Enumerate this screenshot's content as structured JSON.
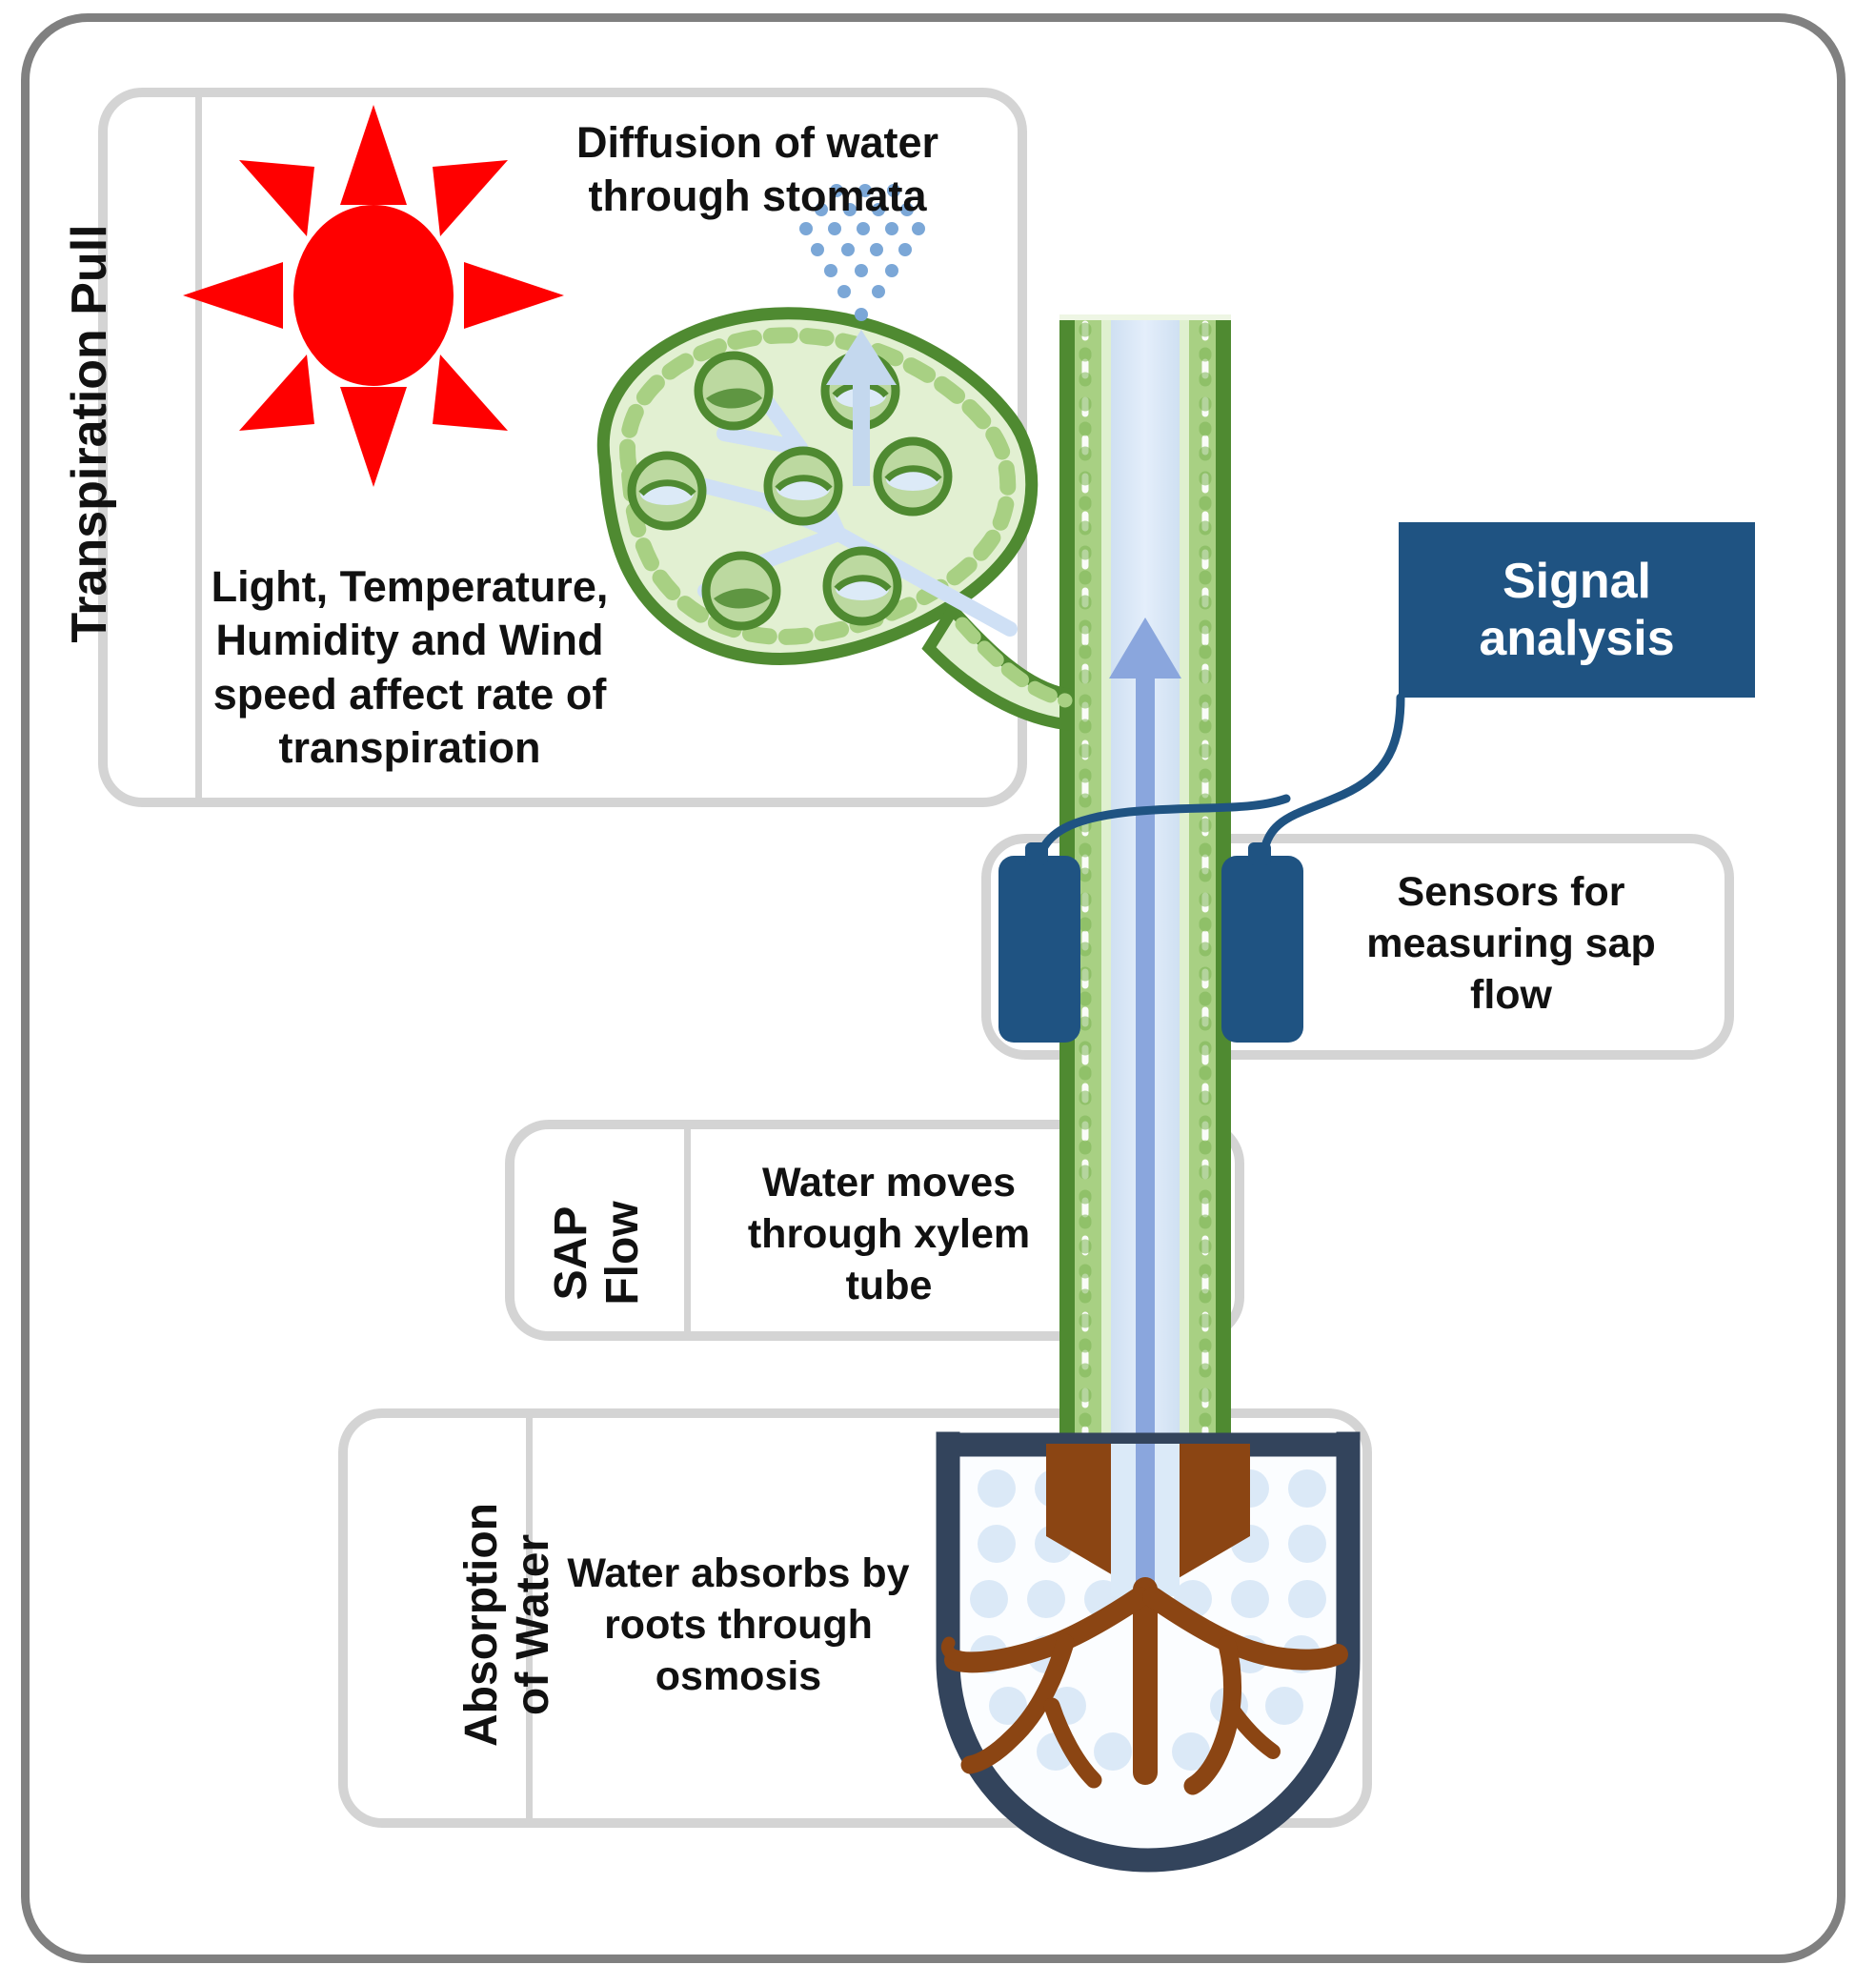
{
  "diagram": {
    "title": "Plant sap flow measurement diagram",
    "stages": [
      {
        "id": "transpiration-pull",
        "side_label": "Transpiration Pull",
        "texts": [
          "Diffusion of water\nthrough stomata",
          "Light, Temperature,\nHumidity and Wind\nspeed affect rate of\ntranspiration"
        ]
      },
      {
        "id": "sap-flow",
        "side_label": "SAP\nFlow",
        "texts": [
          "Water moves\nthrough xylem\ntube"
        ]
      },
      {
        "id": "absorption-of-water",
        "side_label": "Absorption\nof Water",
        "texts": [
          "Water absorbs by\nroots through\nosmosis"
        ]
      }
    ],
    "labels": {
      "transpiration_pull": "Transpiration Pull",
      "diffusion": "Diffusion of water\nthrough stomata",
      "factors": "Light, Temperature,\nHumidity and Wind\nspeed affect rate of\ntranspiration",
      "signal_analysis": "Signal\nanalysis",
      "sensors": "Sensors for\nmeasuring sap\nflow",
      "sap_flow_side": "SAP\nFlow",
      "sap_flow_text": "Water moves\nthrough xylem\ntube",
      "absorption_side": "Absorption\nof Water",
      "absorption_text": "Water absorbs by\nroots through\nosmosis"
    },
    "icons": {
      "sun": "sun-icon",
      "leaf": "leaf-icon",
      "stomata": "stomata-icon",
      "vapor": "water-vapor-droplets-icon",
      "stem": "plant-stem-icon",
      "xylem_arrow": "upward-flow-arrow-icon",
      "sensor_left": "sap-flow-sensor-icon",
      "sensor_right": "sap-flow-sensor-icon",
      "wire": "sensor-wire-icon",
      "pot": "plant-pot-icon",
      "roots": "root-system-icon",
      "soil_water": "soil-water-droplets-icon",
      "transpiration_arrow": "transpiration-arrow-icon"
    },
    "colors": {
      "frame_grey": "#808080",
      "panel_grey": "#d4d4d4",
      "sun_red": "#FF0000",
      "stem_dark_green": "#4f8a31",
      "stem_mid_green": "#8cc06b",
      "stem_pale_green": "#ddeccd",
      "xylem_blue": "#d4e4f5",
      "flow_arrow_blue": "#8aa6dd",
      "vapor_blue": "#7ba7d7",
      "signal_navy": "#1f5382",
      "sensor_navy": "#1f5382",
      "pot_navy": "#33445c",
      "root_brown": "#8b4513",
      "text_black": "#111111",
      "white": "#ffffff"
    },
    "counts": {
      "sun_rays": 8,
      "stomata": 7,
      "sensors": 2
    }
  }
}
